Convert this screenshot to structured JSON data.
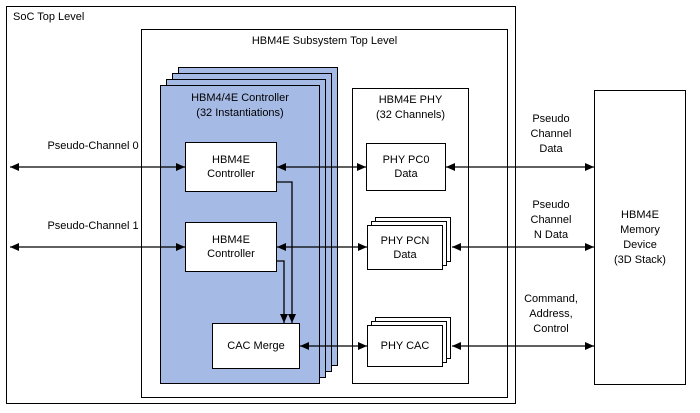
{
  "diagram": {
    "soc_label": "SoC Top Level",
    "subsystem_title": "HBM4E Subsystem Top Level",
    "controller_stack": {
      "title_line1": "HBM4/4E Controller",
      "title_line2": "(32 Instantiations)"
    },
    "controller_0": {
      "line1": "HBM4E",
      "line2": "Controller"
    },
    "controller_1": {
      "line1": "HBM4E",
      "line2": "Controller"
    },
    "cac_merge_label": "CAC Merge",
    "phy": {
      "title_line1": "HBM4E PHY",
      "title_line2": "(32 Channels)"
    },
    "phy_pc0": {
      "line1": "PHY PC0",
      "line2": "Data"
    },
    "phy_pcn": {
      "line1": "PHY PCN",
      "line2": "Data"
    },
    "phy_cac_label": "PHY CAC",
    "memory_device": {
      "line1": "HBM4E",
      "line2": "Memory",
      "line3": "Device",
      "line4": "(3D Stack)"
    },
    "left_labels": {
      "pseudo_channel_0": "Pseudo-Channel 0",
      "pseudo_channel_1": "Pseudo-Channel 1"
    },
    "right_labels": {
      "pseudo_channel_data": {
        "line1": "Pseudo",
        "line2": "Channel",
        "line3": "Data"
      },
      "pseudo_channel_n_data": {
        "line1": "Pseudo",
        "line2": "Channel",
        "line3": "N Data"
      },
      "command_address_control": {
        "line1": "Command,",
        "line2": "Address,",
        "line3": "Control"
      }
    },
    "colors": {
      "controller_stack_fill": "#a6bae6",
      "box_border": "#000000",
      "wire": "#000000",
      "background": "#ffffff"
    }
  }
}
